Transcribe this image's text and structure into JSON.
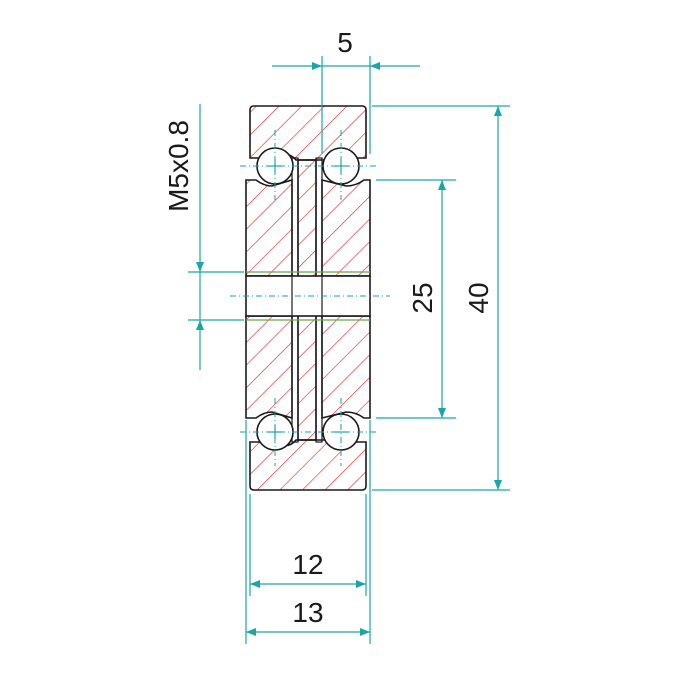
{
  "drawing": {
    "type": "bearing-cross-section",
    "colors": {
      "outline": "#1a1a1a",
      "hatch": "#e01e1e",
      "dimension": "#1aa6a6",
      "centerline": "#1aa6a6",
      "thread": "#6aa84f"
    },
    "labels": {
      "top_width": "5",
      "thread": "M5x0.8",
      "inner_height": "25",
      "outer_height": "40",
      "inner_width": "12",
      "outer_width": "13"
    }
  }
}
